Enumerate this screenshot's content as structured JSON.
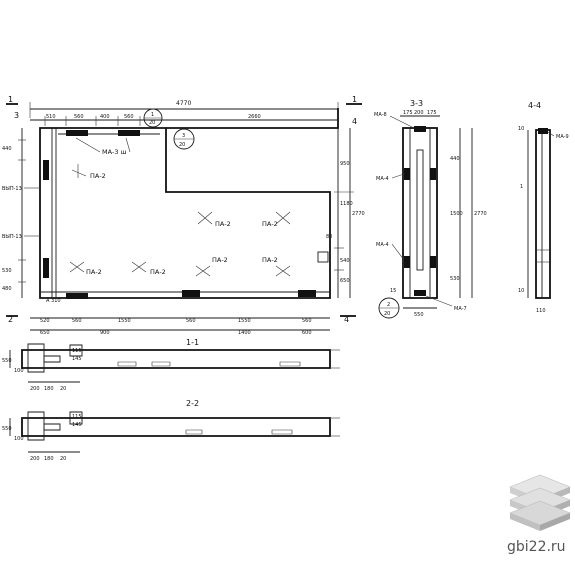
{
  "plan": {
    "overall_dim": "4770",
    "top_dims": [
      "510",
      "560",
      "400",
      "560"
    ],
    "right_top_dim": "2660",
    "bottom_dims1": [
      "520",
      "560",
      "1550",
      "560",
      "1550",
      "560"
    ],
    "bottom_dims2": [
      "650",
      "900",
      "1400",
      "600"
    ],
    "left_dims": [
      "440",
      "530",
      "480"
    ],
    "right_dims": [
      "950",
      "1180",
      "2770",
      "80",
      "540",
      "650"
    ],
    "callout1": {
      "num": "1",
      "den": "20"
    },
    "callout3": {
      "num": "3",
      "den": "20"
    },
    "labels": {
      "ma3": "МА-3 ш",
      "pa2_a": "ПА-2",
      "pa2_b": "ПА-2",
      "pa2_c": "ПА-2",
      "pa2_d": "ПА-2",
      "pa2_e": "ПА-2",
      "pa2_f": "ПА-2",
      "pa2_g": "ПА-2",
      "vyp13_a": "ВЫП-13",
      "vyp13_b": "ВЫП-13",
      "a310": "А 310"
    },
    "section_marks": {
      "left": "1",
      "right": "1",
      "lower_left": "2",
      "lower_right": "4",
      "corner_left": "3",
      "corner_right": "4"
    }
  },
  "section11": {
    "title": "1-1",
    "dims": [
      "550",
      "200",
      "180",
      "20",
      "115",
      "145",
      "100"
    ]
  },
  "section22": {
    "title": "2-2",
    "dims": [
      "550",
      "200",
      "180",
      "20",
      "115",
      "145",
      "100"
    ]
  },
  "section33": {
    "title": "3-3",
    "top_dims": [
      "175",
      "200",
      "175"
    ],
    "labels": [
      "МА-8",
      "МА-4",
      "МА-4",
      "МА-7"
    ],
    "dims_right": [
      "440",
      "1500",
      "2770",
      "530"
    ],
    "bottom": "550",
    "callout2": {
      "num": "2",
      "den": "20"
    },
    "left_small": "15"
  },
  "section44": {
    "title": "4-4",
    "label": "МА-9",
    "dims": [
      "10",
      "1",
      "10",
      "110"
    ]
  },
  "logo": {
    "text": "gbi22.ru"
  }
}
